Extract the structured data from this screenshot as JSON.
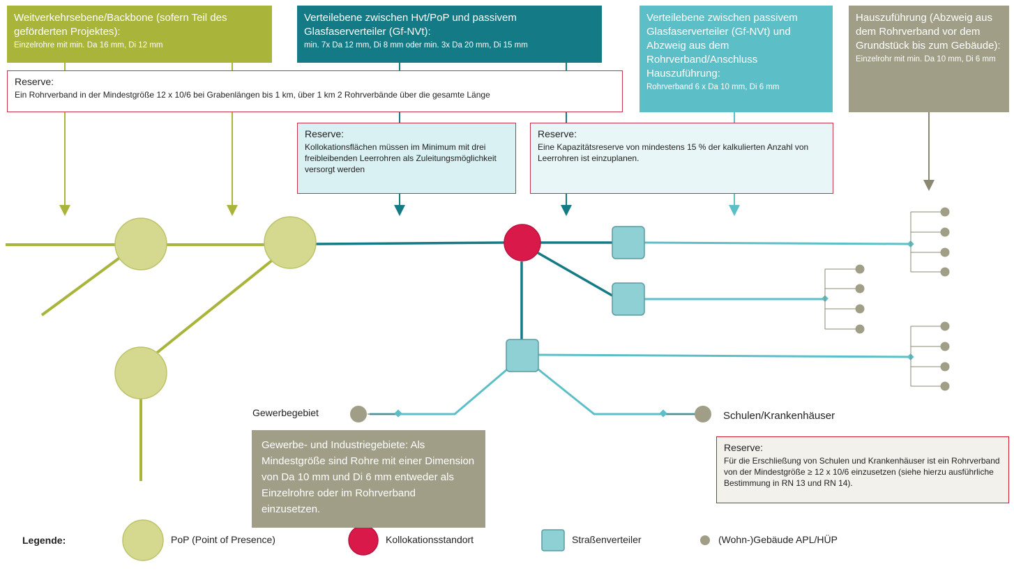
{
  "header_backbone": {
    "title": "Weitverkehrsebene/Backbone (sofern Teil des geförderten Projektes):",
    "sub": "Einzelrohre mit min. Da 16 mm, Di 12 mm"
  },
  "header_hvt": {
    "title": "Verteilebene zwischen Hvt/PoP und passivem Glasfaserverteiler (Gf-NVt):",
    "sub": "min. 7x Da 12 mm, Di 8 mm oder min. 3x Da 20 mm, Di 15 mm"
  },
  "header_gfnvt": {
    "title": "Verteilebene zwischen passivem Glasfaserverteiler (Gf-NVt) und Abzweig aus dem Rohrverband/Anschluss Hauszuführung:",
    "sub": "Rohrverband 6 x Da 10 mm, Di 6 mm"
  },
  "header_house": {
    "title": "Hauszuführung (Abzweig aus dem Rohrverband vor dem Grundstück bis zum Gebäude):",
    "sub": "Einzelrohr mit min. Da 10 mm, Di 6 mm"
  },
  "reserve_backbone": {
    "title": "Reserve:",
    "text": "Ein Rohrverband in der Mindestgröße 12 x 10/6 bei Grabenlängen bis 1 km, über 1 km 2 Rohrverbände über die gesamte Länge"
  },
  "reserve_kollokation": {
    "title": "Reserve:",
    "text": "Kollokationsflächen müssen im Minimum mit drei freibleibenden Leerrohren als Zuleitungsmöglichkeit versorgt werden"
  },
  "reserve_kapazitaet": {
    "title": "Reserve:",
    "text": "Eine Kapazitätsreserve von mindestens 15 % der kalkulierten Anzahl von Leerrohren ist einzuplanen."
  },
  "reserve_schulen": {
    "title": "Reserve:",
    "text": "Für die Erschließung von Schulen und Krankenhäuser ist ein Rohrverband von der Mindestgröße ≥ 12 x 10/6 einzusetzen (siehe hierzu ausführliche Bestimmung in RN 13 und RN 14)."
  },
  "gewerbe_box": {
    "text": "Gewerbe- und Industriegebiete: Als Mindestgröße sind Rohre mit einer Dimension von Da 10 mm und Di 6 mm entweder als Einzelrohre oder im Rohrverband einzusetzen."
  },
  "labels": {
    "gewerbegebiet": "Gewerbegebiet",
    "schulen": "Schulen/Krankenhäuser"
  },
  "legend": {
    "title": "Legende:",
    "pop": "PoP (Point of Presence)",
    "kollokation": "Kollokationsstandort",
    "strassenverteiler": "Straßenverteiler",
    "gebaeude": "(Wohn-)Gebäude APL/HÜP"
  },
  "colors": {
    "olive": "#a9b53a",
    "pop_fill": "#d4d98f",
    "pop_stroke": "#bcc36a",
    "teal_dark": "#137a86",
    "teal_light": "#5cbfc7",
    "box_fill": "#8ed0d4",
    "red": "#d8194a",
    "gray": "#a09e86"
  }
}
